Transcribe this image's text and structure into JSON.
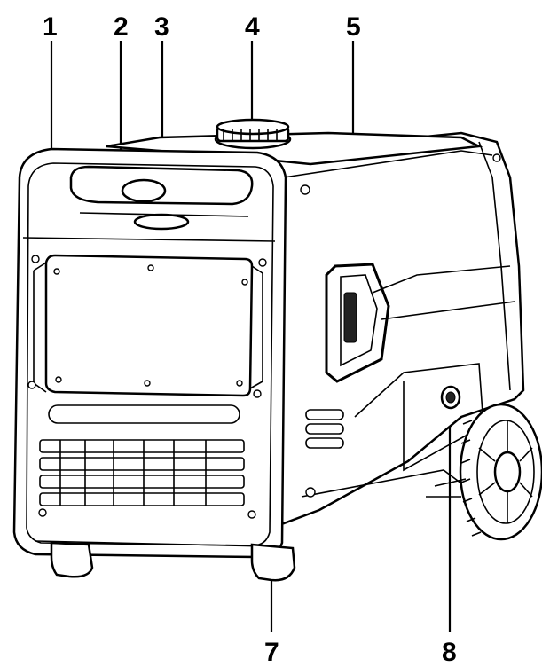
{
  "callouts": [
    {
      "id": "1",
      "label": "1"
    },
    {
      "id": "2",
      "label": "2"
    },
    {
      "id": "3",
      "label": "3"
    },
    {
      "id": "4",
      "label": "4"
    },
    {
      "id": "5",
      "label": "5"
    },
    {
      "id": "7",
      "label": "7"
    },
    {
      "id": "8",
      "label": "8"
    }
  ],
  "colors": {
    "ink": "#000000",
    "background": "#ffffff"
  }
}
